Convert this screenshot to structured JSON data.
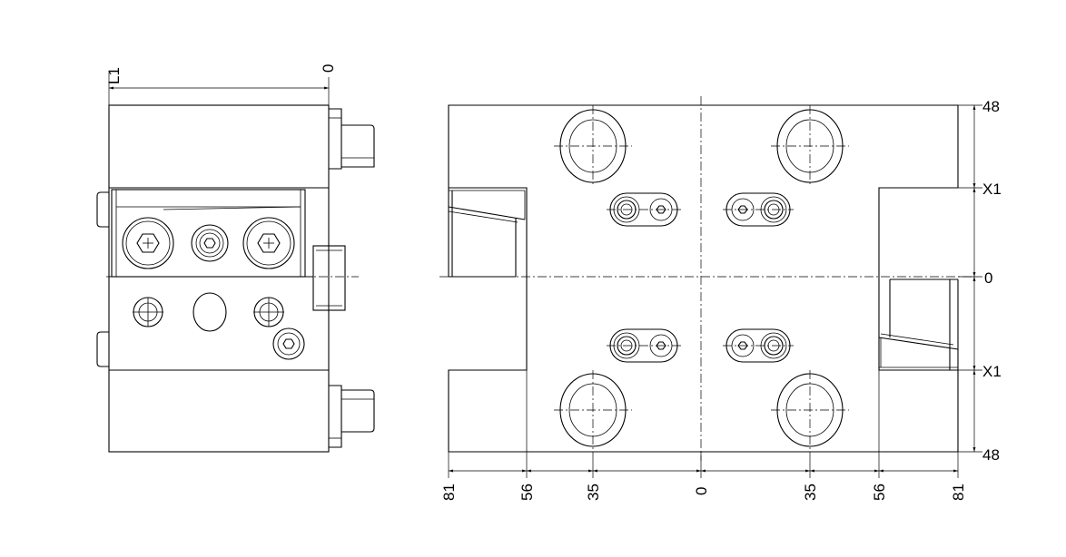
{
  "side_view": {
    "dim_left": "L1",
    "dim_right": "0"
  },
  "front_view": {
    "right_labels": [
      "48",
      "X1",
      "0",
      "X1",
      "48"
    ],
    "bottom_labels": [
      "81",
      "56",
      "35",
      "0",
      "35",
      "56",
      "81"
    ]
  }
}
